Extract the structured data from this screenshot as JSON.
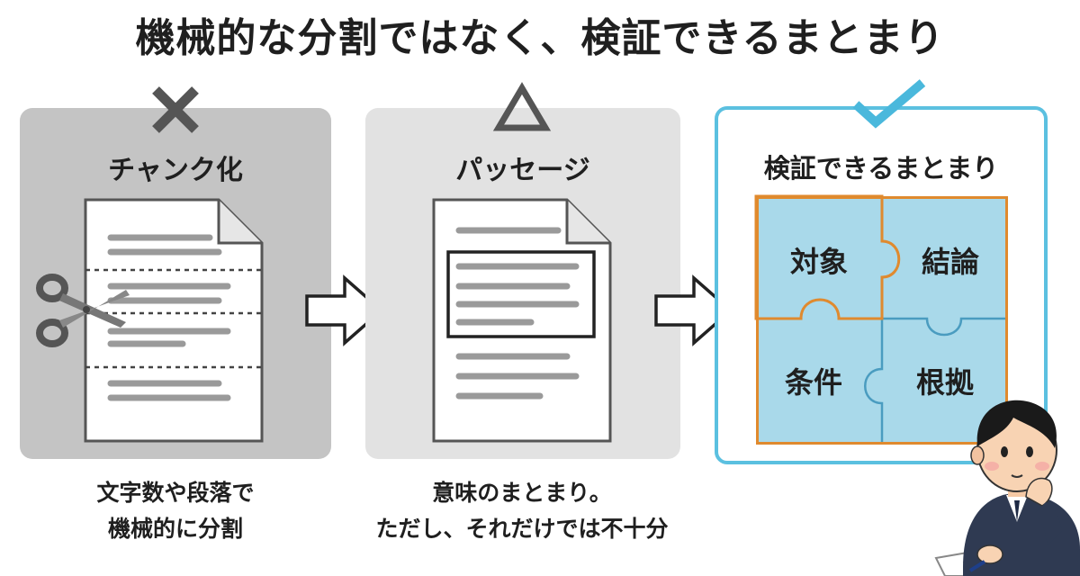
{
  "title": "機械的な分割ではなく、検証できるまとまり",
  "panels": [
    {
      "mark": "✕",
      "mark_icon": "cross-icon",
      "heading": "チャンク化",
      "caption_lines": [
        "文字数や段落で",
        "機械的に分割"
      ]
    },
    {
      "mark": "△",
      "mark_icon": "triangle-icon",
      "heading": "パッセージ",
      "caption_lines": [
        "意味のまとまり。",
        "ただし、それだけでは不十分"
      ]
    },
    {
      "mark": "✓",
      "mark_icon": "check-icon",
      "heading": "検証できるまとまり",
      "pieces": [
        "対象",
        "結論",
        "条件",
        "根拠"
      ]
    }
  ],
  "colors": {
    "accent_blue": "#5bc0e0",
    "puzzle_fill": "#a9d9ea",
    "puzzle_border": "#e08a2e",
    "panel_gray": "#c4c4c4",
    "panel_light": "#e2e2e2"
  }
}
